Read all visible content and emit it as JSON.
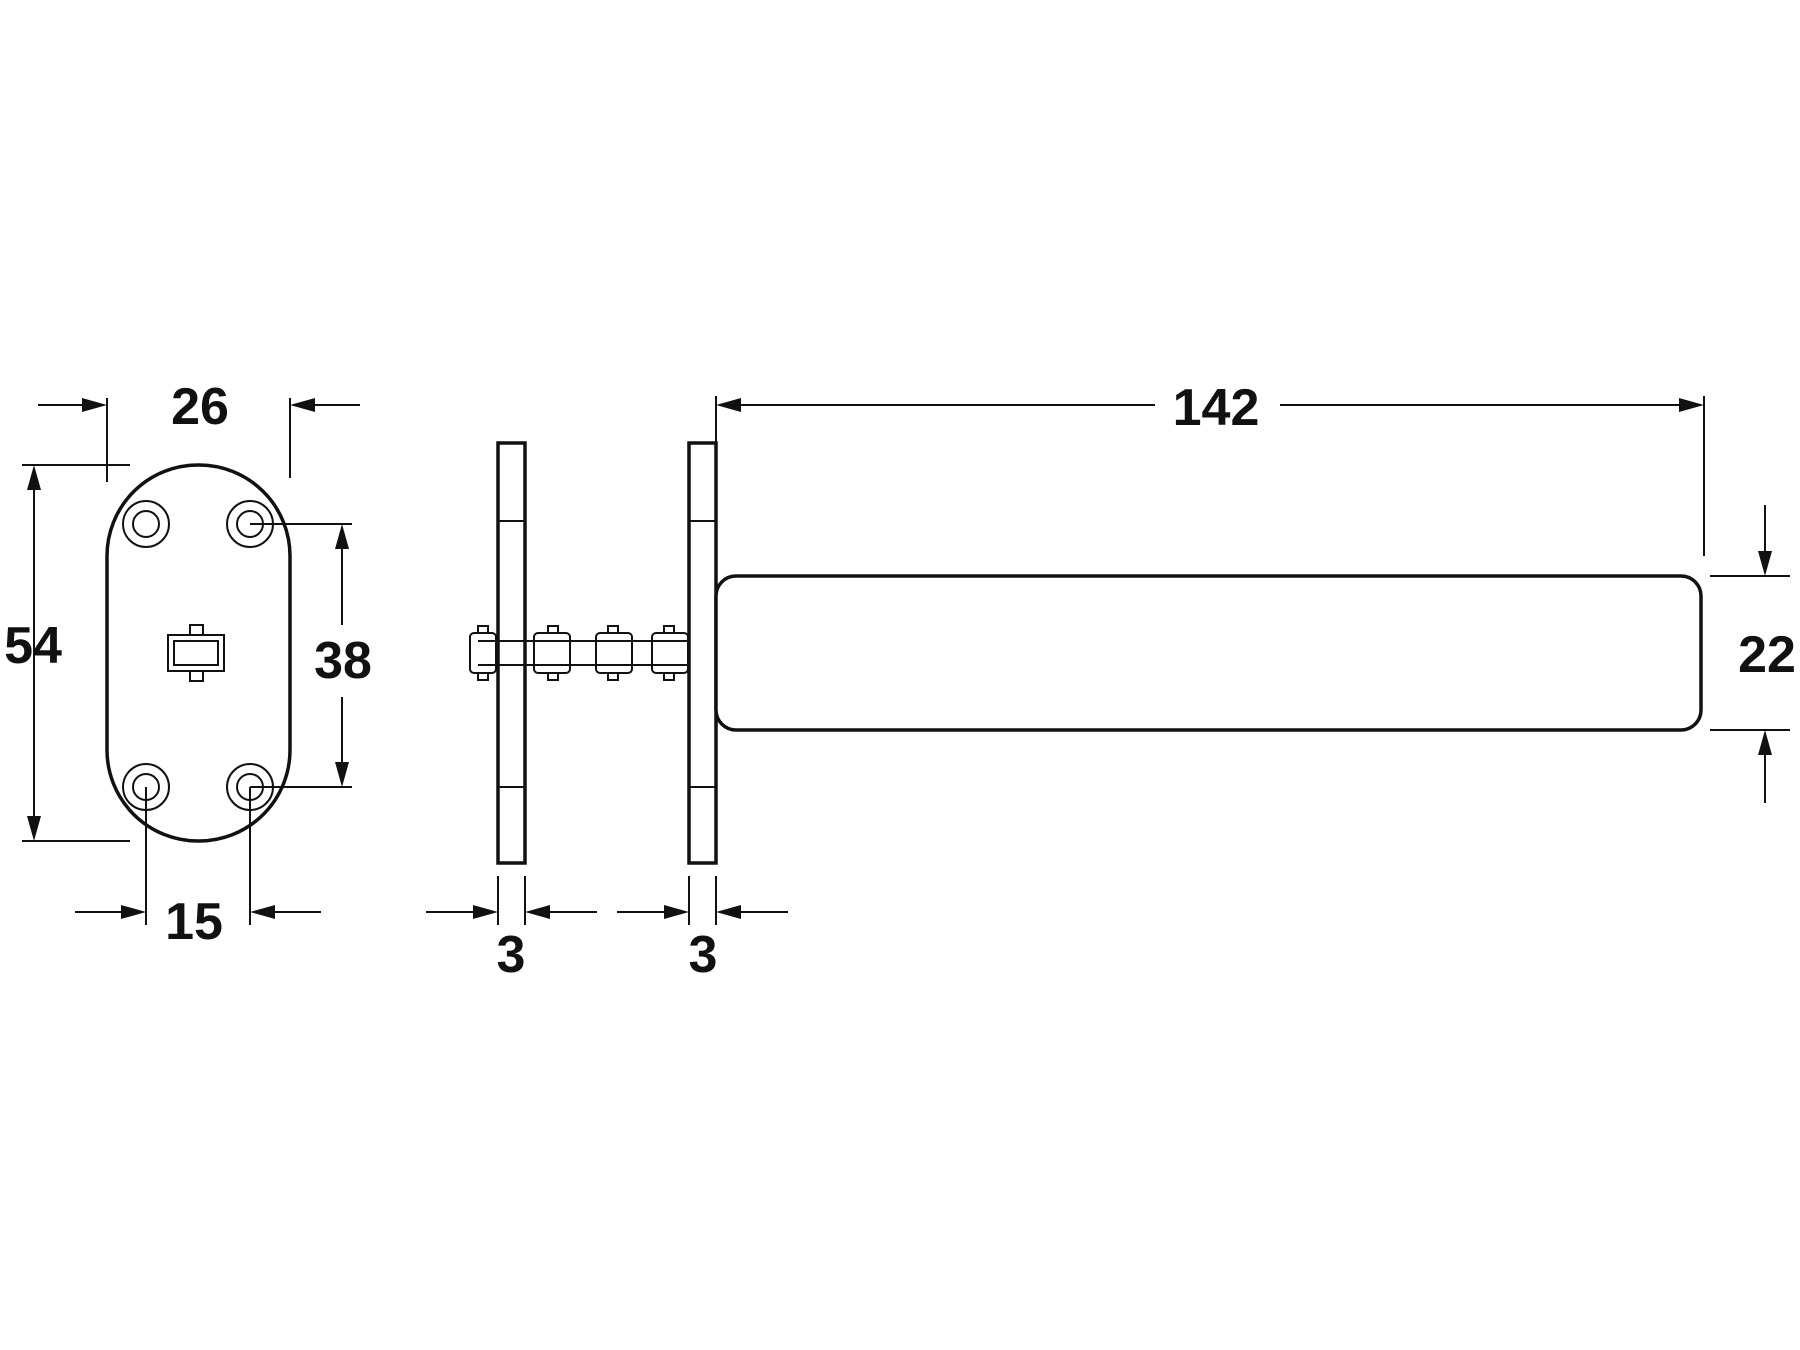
{
  "dimensions": {
    "plate_width": "26",
    "plate_height": "54",
    "hole_spacing_vertical": "38",
    "hole_spacing_horizontal": "15",
    "plate_thickness_left": "3",
    "plate_thickness_right": "3",
    "body_length": "142",
    "body_diameter": "22"
  }
}
